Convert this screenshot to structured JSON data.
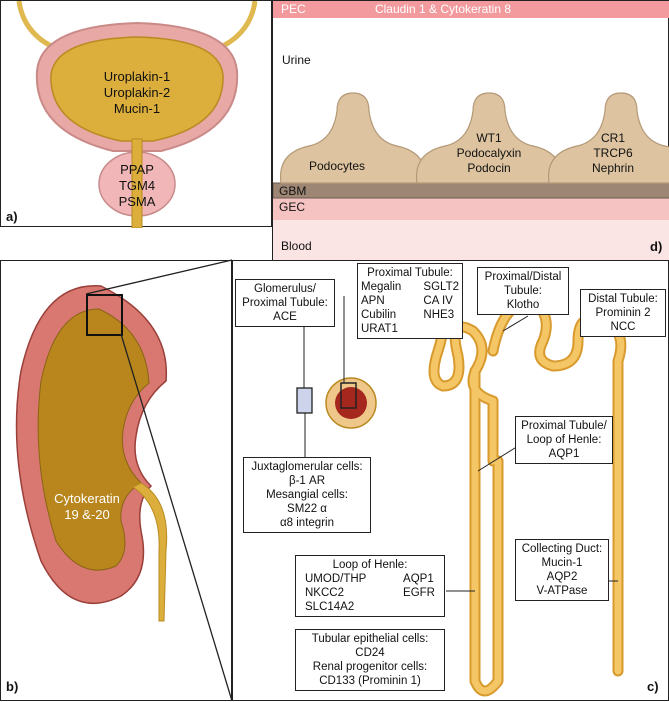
{
  "panel_a": {
    "label": "a)",
    "bladder_markers": [
      "Uroplakin-1",
      "Uroplakin-2",
      "Mucin-1"
    ],
    "prostate_markers": [
      "PPAP",
      "TGM4",
      "PSMA"
    ]
  },
  "panel_d": {
    "label": "d)",
    "pec_label": "PEC",
    "pec_markers": "Claudin 1 & Cytokeratin 8",
    "urine_label": "Urine",
    "podocytes_label": "Podocytes",
    "podocyte_markers_1": [
      "WT1",
      "Podocalyxin",
      "Podocin"
    ],
    "podocyte_markers_2": [
      "CR1",
      "TRCP6",
      "Nephrin"
    ],
    "gbm_label": "GBM",
    "gec_label": "GEC",
    "blood_label": "Blood"
  },
  "panel_b": {
    "label": "b)",
    "kidney_markers": [
      "Cytokeratin",
      "19 &-20"
    ]
  },
  "panel_c": {
    "label": "c)",
    "glomerulus_box": [
      "Glomerulus/",
      "Proximal Tubule:",
      "ACE"
    ],
    "proximal_box": {
      "title": "Proximal Tubule:",
      "col1": [
        "Megalin",
        "APN",
        "Cubilin",
        "URAT1"
      ],
      "col2": [
        "SGLT2",
        "CA IV",
        "NHE3",
        ""
      ]
    },
    "prox_distal_box": [
      "Proximal/Distal",
      "Tubule:",
      "Klotho"
    ],
    "distal_box": [
      "Distal Tubule:",
      "Prominin 2",
      "NCC"
    ],
    "loop_prox_box": [
      "Proximal Tubule/",
      "Loop of Henle:",
      "AQP1"
    ],
    "jg_box": [
      "Juxtaglomerular cells:",
      "β-1 AR",
      "Mesangial cells:",
      "SM22 α",
      "α8 integrin"
    ],
    "henle_box": {
      "title": "Loop of Henle:",
      "col1": [
        "UMOD/THP",
        "NKCC2",
        "SLC14A2"
      ],
      "col2": [
        "AQP1",
        "EGFR",
        ""
      ]
    },
    "collecting_box": [
      "Collecting Duct:",
      "Mucin-1",
      "AQP2",
      "V-ATPase"
    ],
    "epithelial_box": [
      "Tubular epithelial cells:",
      "CD24",
      "Renal progenitor cells:",
      "CD133 (Prominin 1)"
    ]
  },
  "colors": {
    "urine": "#dcae3c",
    "bladder_wall": "#e7a8a6",
    "kidney_cortex": "#d97870",
    "pec": "#f29a9e",
    "podocyte": "#ddc39f",
    "gbm": "#9e8675",
    "blood": "#fbe4e4",
    "glomerulus_vessel": "#a5271e"
  }
}
